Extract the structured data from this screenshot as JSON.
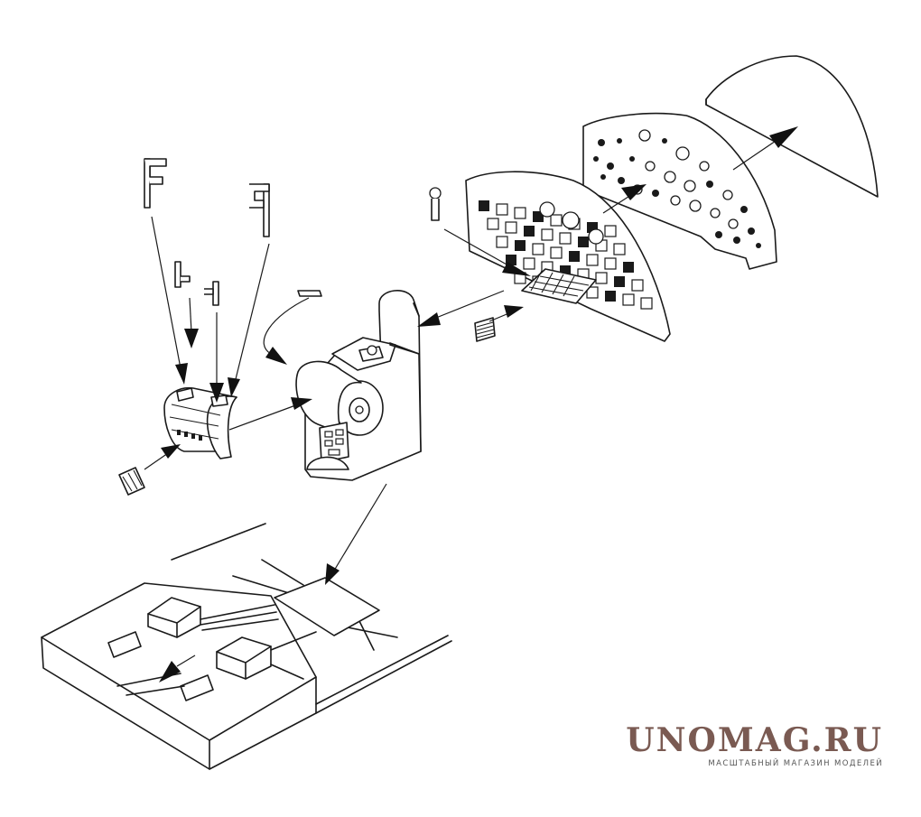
{
  "diagram": {
    "kind": "exploded-assembly",
    "parts": [
      "rudder-pedal-bars",
      "rudder-pedal-brackets",
      "control-column-drum",
      "trim-wheel-lever",
      "pedal-small-part",
      "throttle-quadrant-box",
      "instrument-panel-lower",
      "instrument-panel-upper",
      "panel-backing-shroud",
      "side-console-grille",
      "switch-plate",
      "cockpit-floor-tub"
    ]
  },
  "watermark": {
    "title": "UNOMAG.RU",
    "subtitle": "МАСШТАБНЫЙ МАГАЗИН МОДЕЛЕЙ",
    "color": "#7a5a52"
  }
}
